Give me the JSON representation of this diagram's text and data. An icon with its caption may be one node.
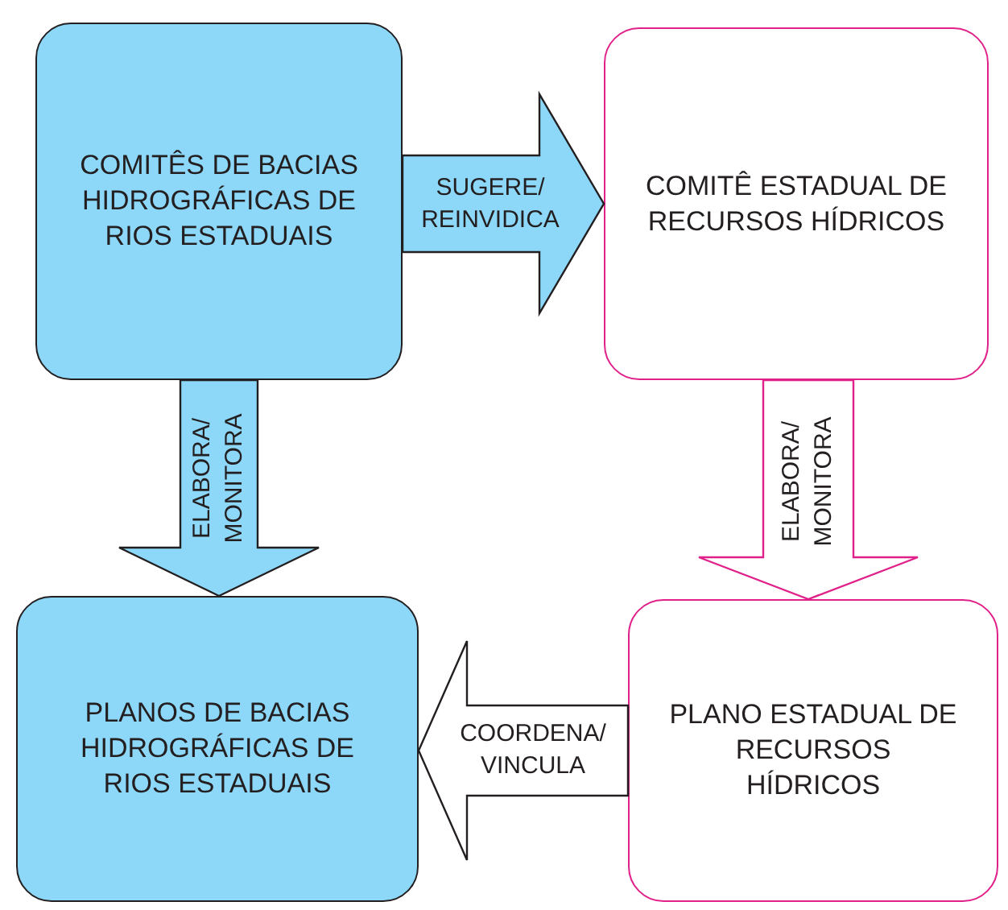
{
  "diagram": {
    "nodes": [
      {
        "text": [
          "COMITÊS DE BACIAS HIDROGRÁFICAS DE RIOS ESTADUAIS"
        ]
      },
      {
        "text": [
          "COMITÊ ESTADUAL DE RECURSOS HÍDRICOS"
        ]
      },
      {
        "text": [
          "PLANOS DE BACIAS HIDROGRÁFICAS DE RIOS ESTADUAIS"
        ]
      },
      {
        "text": [
          "PLANO ESTADUAL DE RECURSOS HÍDRICOS"
        ]
      }
    ],
    "edges": [
      {
        "from": 0,
        "to": 1,
        "arrow": "to",
        "label": "SUGERE/ REINVIDICA",
        "style": "thick",
        "color": "#8dd8f8"
      },
      {
        "from": 0,
        "to": 2,
        "arrow": "to",
        "label": "ELABORA/ MONITORA",
        "style": "thick",
        "color": "#8dd8f8"
      },
      {
        "from": 1,
        "to": 3,
        "arrow": "to",
        "label": "ELABORA/ MONITORA",
        "style": "thick",
        "color": "#e0218a"
      },
      {
        "from": 3,
        "to": 2,
        "arrow": "to",
        "label": "COORDENA/ VINCULA",
        "style": "thick",
        "color": "#231f20"
      }
    ]
  }
}
